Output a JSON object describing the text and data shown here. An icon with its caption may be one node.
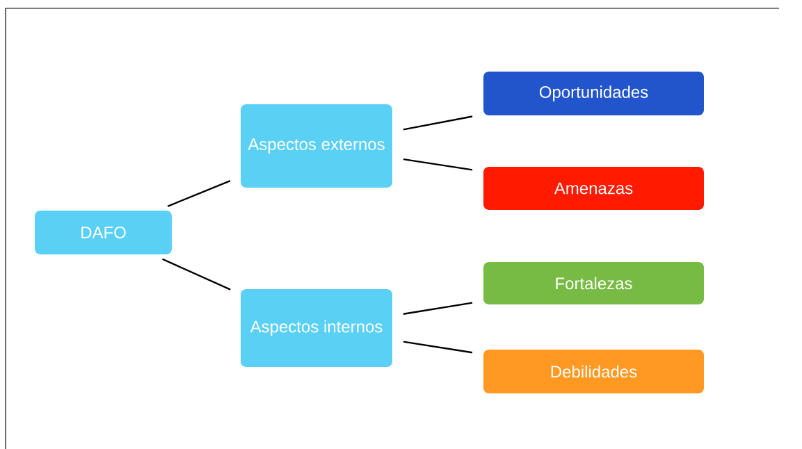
{
  "diagram": {
    "nodes": [
      {
        "text": [
          "DAFO"
        ]
      },
      {
        "text": [
          "Aspectos externos"
        ]
      },
      {
        "text": [
          "Oportunidades"
        ]
      },
      {
        "text": [
          "Amenazas"
        ]
      },
      {
        "text": [
          "Aspectos internos"
        ]
      },
      {
        "text": [
          "Fortalezas"
        ]
      },
      {
        "text": [
          "Debilidades"
        ]
      }
    ],
    "edges": [
      {
        "from": 0,
        "to": 1,
        "arrow": "none"
      },
      {
        "from": 0,
        "to": 4,
        "arrow": "none"
      },
      {
        "from": 1,
        "to": 2,
        "arrow": "none"
      },
      {
        "from": 1,
        "to": 3,
        "arrow": "none"
      },
      {
        "from": 4,
        "to": 5,
        "arrow": "none"
      },
      {
        "from": 4,
        "to": 6,
        "arrow": "none"
      }
    ]
  }
}
